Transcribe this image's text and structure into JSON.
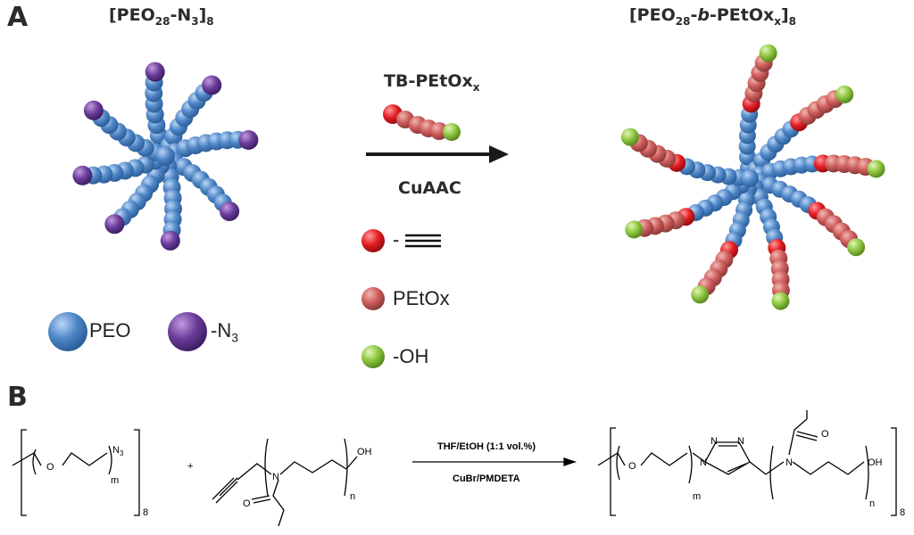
{
  "panel_a": {
    "letter": "A",
    "left_title": {
      "main": "[PEO",
      "sub1": "28",
      "mid": "-N",
      "sub2": "3",
      "end": "]",
      "sub3": "8"
    },
    "right_title": {
      "main": "[PEO",
      "sub1": "28",
      "mid": "-",
      "italic": "b",
      "mid2": "-PEtOx",
      "sub2": "x",
      "end": "]",
      "sub3": "8"
    },
    "reagent": {
      "main": "TB-PEtOx",
      "sub": "x"
    },
    "condition": "CuAAC",
    "legend": {
      "peo": "PEO",
      "n3": {
        "main": "-N",
        "sub": "3"
      },
      "alkyne": "-",
      "petox": "PEtOx",
      "oh": "-OH"
    },
    "colors": {
      "peo": "#4f86c6",
      "n3": "#6a3d9a",
      "alkyne": "#e31e24",
      "petox": "#cd5c5c",
      "oh": "#8dc63f"
    }
  },
  "panel_b": {
    "letter": "B",
    "reactant1": {
      "o": "O",
      "n3": "N",
      "n3_sub": "3",
      "m": "m",
      "eight": "8"
    },
    "plus": "+",
    "reactant2": {
      "n": "N",
      "oh": "OH",
      "o": "O",
      "sub_n": "n"
    },
    "conditions_top": "THF/EtOH (1:1 vol.%)",
    "conditions_bottom": "CuBr/PMDETA",
    "product": {
      "o": "O",
      "n_ring1": "N",
      "n_ring2": "N",
      "n_ring3": "N",
      "n_amide": "N",
      "carbonyl_o": "O",
      "oh": "OH",
      "m": "m",
      "n": "n",
      "eight": "8"
    }
  }
}
